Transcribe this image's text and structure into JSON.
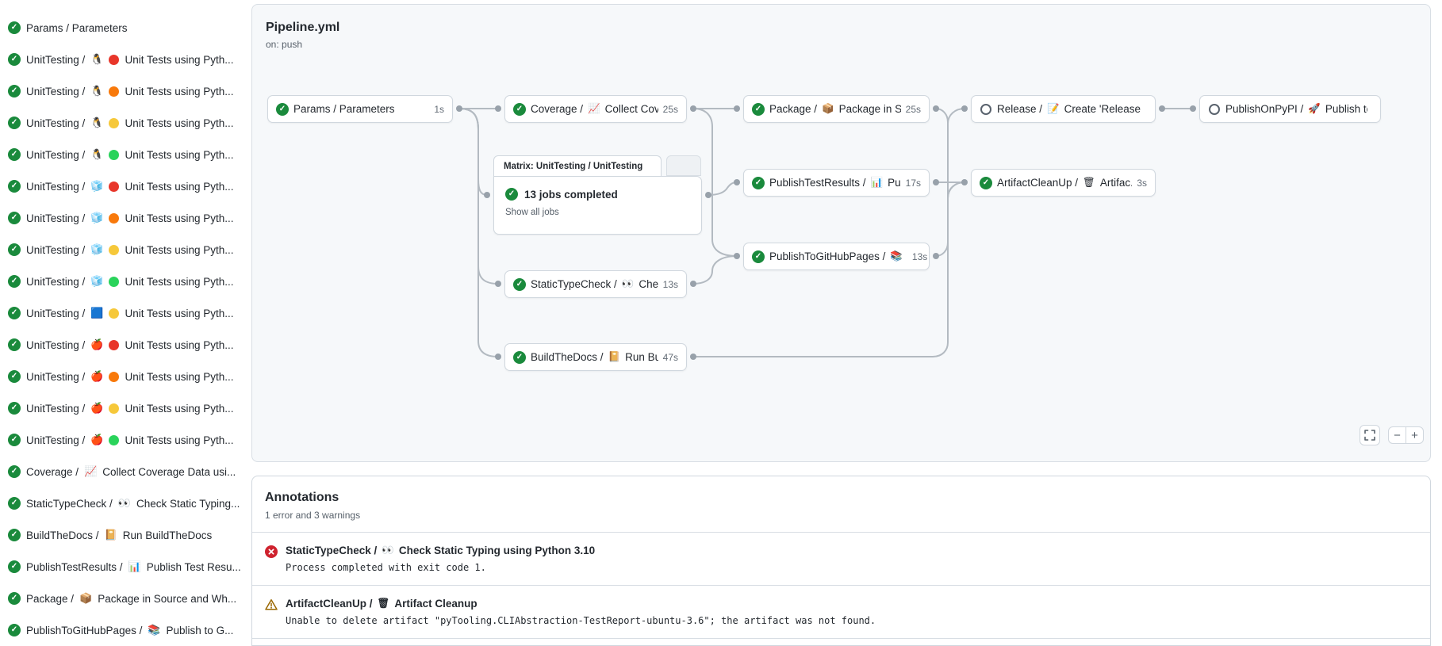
{
  "graph": {
    "title": "Pipeline.yml",
    "trigger": "on: push",
    "nodes": [
      {
        "status_class": "status success",
        "name": "Params / Parameters",
        "icon": "",
        "icon_style": "display:none",
        "rest": "",
        "duration": "1s"
      },
      {
        "status_class": "status success",
        "name": "Coverage /",
        "icon": "📈",
        "rest": "Collect Cove...",
        "duration": "25s"
      },
      {
        "status_class": "status success",
        "name": "Package /",
        "icon": "📦",
        "rest": "Package in So...",
        "duration": "25s"
      },
      {
        "status_class": "status skipped",
        "name": "Release /",
        "icon": "📝",
        "rest": "Create 'Release P...",
        "duration": ""
      },
      {
        "status_class": "status skipped",
        "name": "PublishOnPyPI /",
        "icon": "🚀",
        "rest": "Publish to ...",
        "duration": ""
      },
      {
        "status_class": "status success",
        "name": "PublishTestResults /",
        "icon": "📊",
        "rest": "Pu...",
        "duration": "17s"
      },
      {
        "status_class": "status success",
        "name": "ArtifactCleanUp /",
        "icon": "🗑",
        "rest": "Artifac...",
        "duration": "3s"
      },
      {
        "status_class": "status success",
        "name": "PublishToGitHubPages /",
        "icon": "📚",
        "rest": "...",
        "duration": "13s"
      },
      {
        "status_class": "status success",
        "name": "StaticTypeCheck /",
        "icon": "👀",
        "rest": "Chec...",
        "duration": "13s"
      },
      {
        "status_class": "status success",
        "name": "BuildTheDocs /",
        "icon": "📔",
        "rest": "Run Buil...",
        "duration": "47s"
      }
    ],
    "matrix": {
      "tab_label": "Matrix: UnitTesting / UnitTesting",
      "summary": "13 jobs completed",
      "show_all": "Show all jobs"
    },
    "controls": {
      "zoom_out": "−",
      "zoom_in": "+"
    }
  },
  "sidebar": {
    "items": [
      {
        "name": "Params / Parameters",
        "os_icon": "",
        "os_style": "display:none",
        "dot_style": "display:none",
        "label": ""
      },
      {
        "name": "UnitTesting /",
        "os_icon": "🐧",
        "dot_style": "background:#e8362a",
        "label": "Unit Tests using Pyth..."
      },
      {
        "name": "UnitTesting /",
        "os_icon": "🐧",
        "dot_style": "background:#f8790b",
        "label": "Unit Tests using Pyth..."
      },
      {
        "name": "UnitTesting /",
        "os_icon": "🐧",
        "dot_style": "background:#f6c83a",
        "label": "Unit Tests using Pyth..."
      },
      {
        "name": "UnitTesting /",
        "os_icon": "🐧",
        "dot_style": "background:#2ad35b",
        "label": "Unit Tests using Pyth..."
      },
      {
        "name": "UnitTesting /",
        "os_icon": "🧊",
        "dot_style": "background:#e8362a",
        "label": "Unit Tests using Pyth..."
      },
      {
        "name": "UnitTesting /",
        "os_icon": "🧊",
        "dot_style": "background:#f8790b",
        "label": "Unit Tests using Pyth..."
      },
      {
        "name": "UnitTesting /",
        "os_icon": "🧊",
        "dot_style": "background:#f6c83a",
        "label": "Unit Tests using Pyth..."
      },
      {
        "name": "UnitTesting /",
        "os_icon": "🧊",
        "dot_style": "background:#2ad35b",
        "label": "Unit Tests using Pyth..."
      },
      {
        "name": "UnitTesting /",
        "os_icon": "🟦",
        "dot_style": "background:#f6c83a",
        "label": "Unit Tests using Pyth..."
      },
      {
        "name": "UnitTesting /",
        "os_icon": "🍎",
        "dot_style": "background:#e8362a",
        "label": "Unit Tests using Pyth..."
      },
      {
        "name": "UnitTesting /",
        "os_icon": "🍎",
        "dot_style": "background:#f8790b",
        "label": "Unit Tests using Pyth..."
      },
      {
        "name": "UnitTesting /",
        "os_icon": "🍎",
        "dot_style": "background:#f6c83a",
        "label": "Unit Tests using Pyth..."
      },
      {
        "name": "UnitTesting /",
        "os_icon": "🍎",
        "dot_style": "background:#2ad35b",
        "label": "Unit Tests using Pyth..."
      },
      {
        "name": "Coverage /",
        "os_icon": "📈",
        "dot_style": "display:none",
        "label": "Collect Coverage Data usi..."
      },
      {
        "name": "StaticTypeCheck /",
        "os_icon": "👀",
        "dot_style": "display:none",
        "label": "Check Static Typing..."
      },
      {
        "name": "BuildTheDocs /",
        "os_icon": "📔",
        "dot_style": "display:none",
        "label": "Run BuildTheDocs"
      },
      {
        "name": "PublishTestResults /",
        "os_icon": "📊",
        "dot_style": "display:none",
        "label": "Publish Test Resu..."
      },
      {
        "name": "Package /",
        "os_icon": "📦",
        "dot_style": "display:none",
        "label": "Package in Source and Wh..."
      },
      {
        "name": "PublishToGitHubPages /",
        "os_icon": "📚",
        "dot_style": "display:none",
        "label": "Publish to G..."
      }
    ]
  },
  "annotations": {
    "title": "Annotations",
    "subtitle": "1 error and 3 warnings",
    "items": [
      {
        "type": "error",
        "name": "StaticTypeCheck /",
        "icon": "👀",
        "rest": "Check Static Typing using Python 3.10",
        "message": "Process completed with exit code 1."
      },
      {
        "type": "warning",
        "name": "ArtifactCleanUp /",
        "icon": "🗑",
        "rest": "Artifact Cleanup",
        "message": "Unable to delete artifact \"pyTooling.CLIAbstraction-TestReport-ubuntu-3.6\"; the artifact was not found."
      }
    ]
  },
  "colors": {
    "success_green": "#1a8a3c",
    "error_red": "#cf222e",
    "warning_yellow": "#9a6700",
    "graph_bg": "#f6f8fa",
    "edge_gray": "#b3bac1",
    "python_red": "#e8362a",
    "python_orange": "#f8790b",
    "python_yellow": "#f6c83a",
    "python_green": "#2ad35b"
  }
}
